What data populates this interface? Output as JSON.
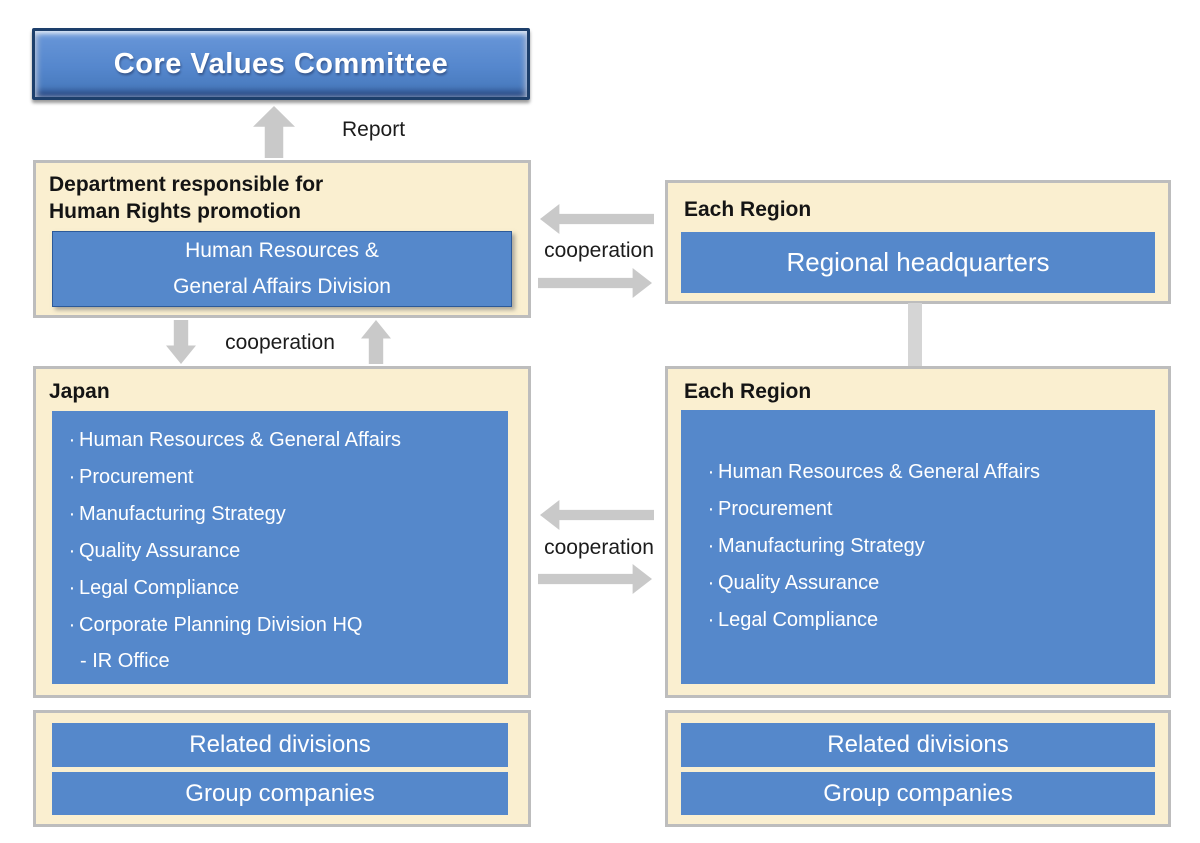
{
  "committee": {
    "title": "Core Values Committee"
  },
  "report": {
    "label": "Report"
  },
  "cooperation": {
    "top": "cooperation",
    "vertical": "cooperation",
    "middle": "cooperation"
  },
  "department_box": {
    "title_line1": "Department responsible for",
    "title_line2": "Human Rights promotion",
    "division_line1": "Human Resources &",
    "division_line2": "General Affairs Division"
  },
  "region_top_box": {
    "title": "Each Region",
    "content": "Regional headquarters"
  },
  "japan_box": {
    "title": "Japan",
    "items": [
      "Human Resources & General Affairs",
      "Procurement",
      "Manufacturing Strategy",
      "Quality Assurance",
      "Legal Compliance",
      "Corporate Planning Division HQ"
    ],
    "sub_item": "- IR Office"
  },
  "region_bottom_box": {
    "title": "Each Region",
    "items": [
      "Human Resources & General Affairs",
      "Procurement",
      "Manufacturing Strategy",
      "Quality Assurance",
      "Legal Compliance"
    ]
  },
  "bottom_left_box": {
    "bars": [
      "Related divisions",
      "Group companies"
    ]
  },
  "bottom_right_box": {
    "bars": [
      "Related divisions",
      "Group companies"
    ]
  },
  "glyphs": {
    "bullet": "·"
  },
  "colors": {
    "accent_blue": "#5588cb",
    "committee_blue": "#5587cd",
    "committee_border": "#1d3f6b",
    "panel_cream": "#faefd0",
    "panel_border": "#bdbdbd",
    "arrow_gray": "#c9c9c9",
    "text_dark": "#141414",
    "text_light": "#ffffff"
  }
}
